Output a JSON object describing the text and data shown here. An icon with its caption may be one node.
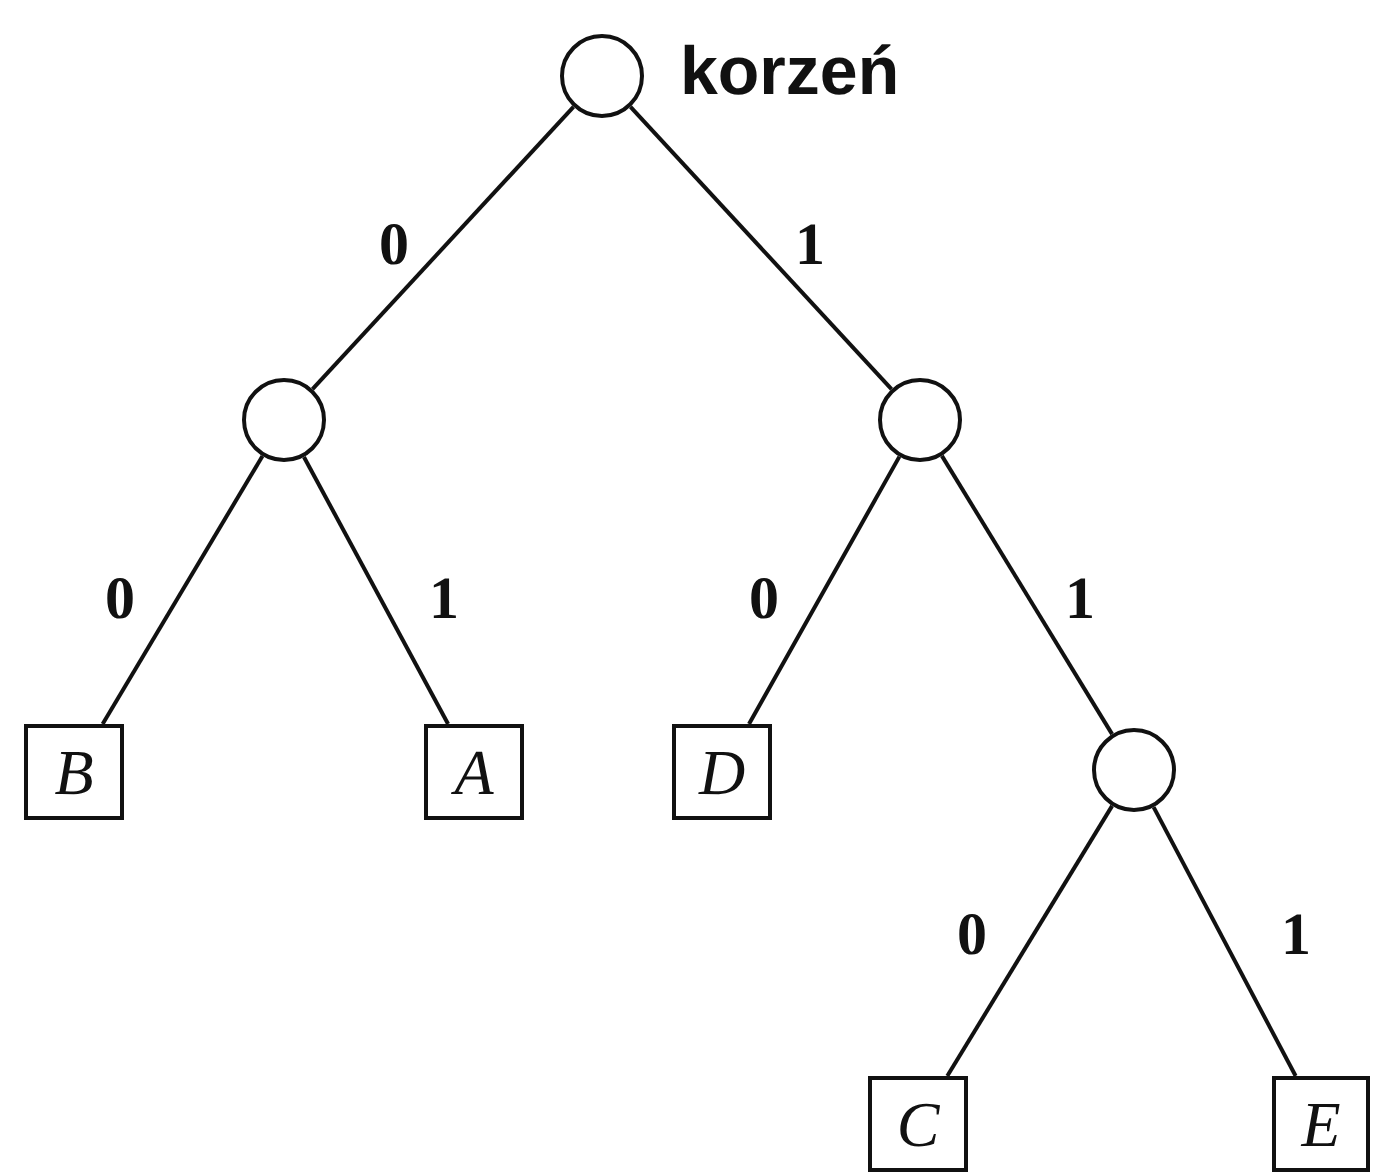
{
  "diagram": {
    "nodes": [
      {
        "text": [],
        "shape": "circle",
        "beside": [
          "korzeń"
        ]
      },
      {
        "text": [],
        "shape": "circle"
      },
      {
        "text": [],
        "shape": "circle"
      },
      {
        "text": [
          "B"
        ]
      },
      {
        "text": [
          "A"
        ]
      },
      {
        "text": [
          "D"
        ]
      },
      {
        "text": [],
        "shape": "circle"
      },
      {
        "text": [
          "C"
        ]
      },
      {
        "text": [
          "E"
        ]
      }
    ],
    "edges": [
      {
        "from": 0,
        "to": 1,
        "arrow": "none",
        "label": "0"
      },
      {
        "from": 0,
        "to": 2,
        "arrow": "none",
        "label": "1"
      },
      {
        "from": 1,
        "to": 3,
        "arrow": "none",
        "label": "0"
      },
      {
        "from": 1,
        "to": 4,
        "arrow": "none",
        "label": "1"
      },
      {
        "from": 2,
        "to": 5,
        "arrow": "none",
        "label": "0"
      },
      {
        "from": 2,
        "to": 6,
        "arrow": "none",
        "label": "1"
      },
      {
        "from": 6,
        "to": 7,
        "arrow": "none",
        "label": "0"
      },
      {
        "from": 6,
        "to": 8,
        "arrow": "none",
        "label": "1"
      }
    ]
  }
}
